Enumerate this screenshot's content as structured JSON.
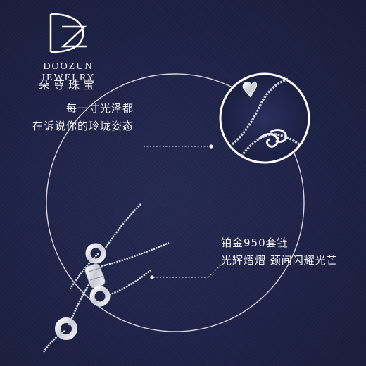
{
  "brand": {
    "logo_monogram": "DZ",
    "name_en": "DOOZUN JEWELRY",
    "name_cn": "朵尊珠宝"
  },
  "caption_top": {
    "line1": "每一寸光泽都",
    "line2": "在诉说你的玲珑姿态"
  },
  "caption_bottom": {
    "line1": "铂金950套链",
    "line2": "光辉熠熠 颈间闪耀光芒"
  },
  "colors": {
    "background": "#1f2347",
    "text": "#ffffff",
    "silver": "#d9dbe2"
  }
}
